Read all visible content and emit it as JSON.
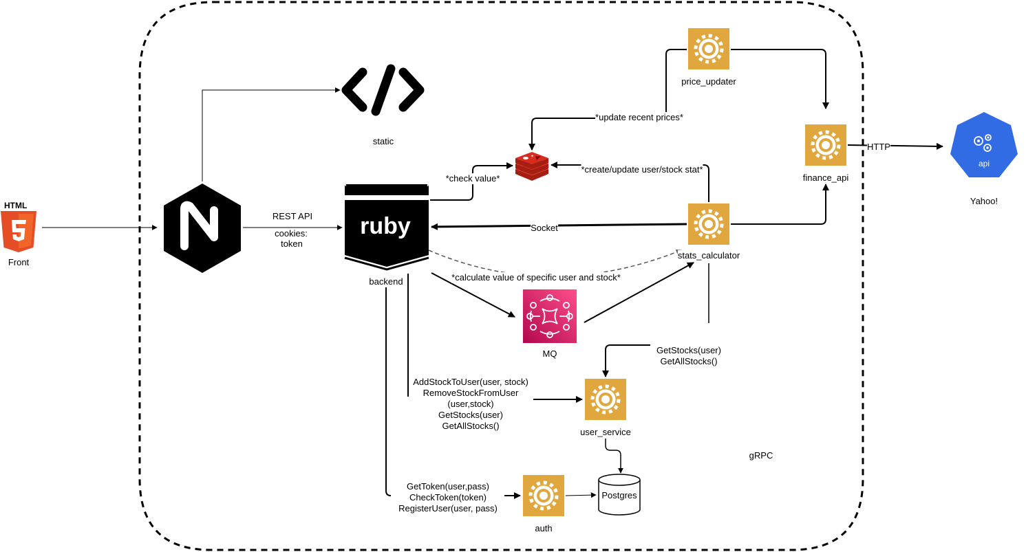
{
  "nodes": {
    "front": "Front",
    "html5_logo": "HTML",
    "static": "static",
    "backend": "backend",
    "ruby_logo": "ruby",
    "mq": "MQ",
    "price_updater": "price_updater",
    "finance_api": "finance_api",
    "stats_calculator": "stats_calculator",
    "user_service": "user_service",
    "auth": "auth",
    "postgres": "Postgres",
    "yahoo": "Yahoo!",
    "api_badge": "api"
  },
  "edges": {
    "rest_api": "REST API",
    "cookies": "cookies:",
    "token": "token",
    "check_value": "*check value*",
    "update_recent_prices": "*update recent prices*",
    "create_update_stat": "*create/update user/stock stat*",
    "socket": "Socket",
    "calculate_value": "*calculate value of specific user and stock*",
    "http": "HTTP",
    "user_service_calls": [
      "AddStockToUser(user, stock)",
      "RemoveStockFromUser",
      "(user,stock)",
      "GetStocks(user)",
      "GetAllStocks()"
    ],
    "stats_calls": [
      "GetStocks(user)",
      "GetAllStocks()"
    ],
    "auth_calls": [
      "GetToken(user,pass)",
      "CheckToken(token)",
      "RegisterUser(user, pass)"
    ]
  },
  "boundary_label": "gRPC",
  "colors": {
    "html5": "#e44d26",
    "nginx": "#000000",
    "service": "#e0a73f",
    "mq": "#e32b6a",
    "redis": "#d82c20",
    "kubernetes": "#326ce5"
  },
  "icons": {
    "front": "html5-icon",
    "proxy": "nginx-icon",
    "static": "code-brackets-icon",
    "backend": "ruby-icon",
    "cache": "redis-icon",
    "queue": "message-queue-icon",
    "services": "gear-icon",
    "database": "database-cylinder-icon",
    "external": "kubernetes-api-icon"
  }
}
